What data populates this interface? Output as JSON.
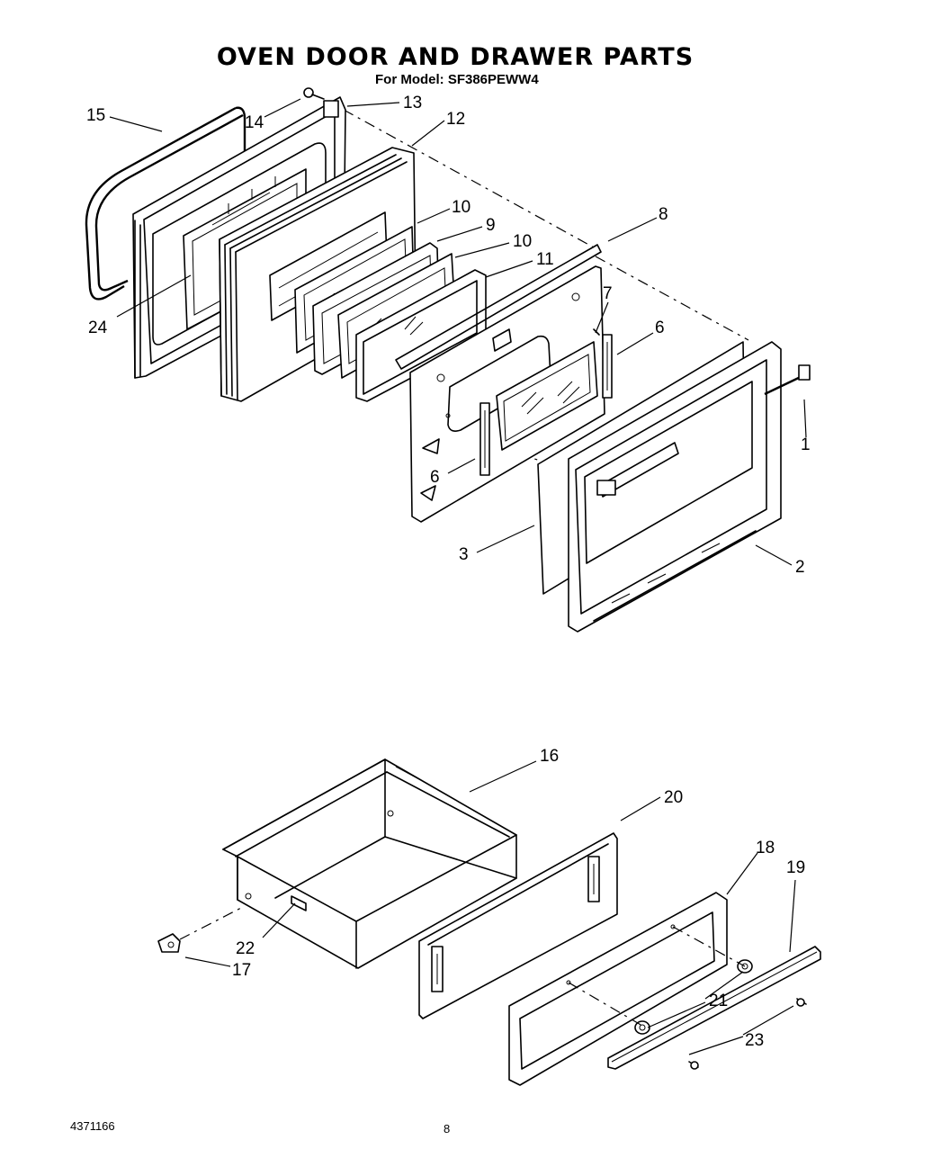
{
  "title": "OVEN DOOR AND DRAWER PARTS",
  "subtitle": "For Model: SF386PEWW4",
  "doc_number": "4371166",
  "page_number": "8",
  "callouts": {
    "c1": "1",
    "c2": "2",
    "c3": "3",
    "c6a": "6",
    "c6b": "6",
    "c7": "7",
    "c8": "8",
    "c9": "9",
    "c10a": "10",
    "c10b": "10",
    "c11": "11",
    "c12": "12",
    "c13": "13",
    "c14": "14",
    "c15": "15",
    "c16": "16",
    "c17": "17",
    "c18": "18",
    "c19": "19",
    "c20": "20",
    "c21": "21",
    "c22": "22",
    "c23": "23",
    "c24": "24"
  }
}
